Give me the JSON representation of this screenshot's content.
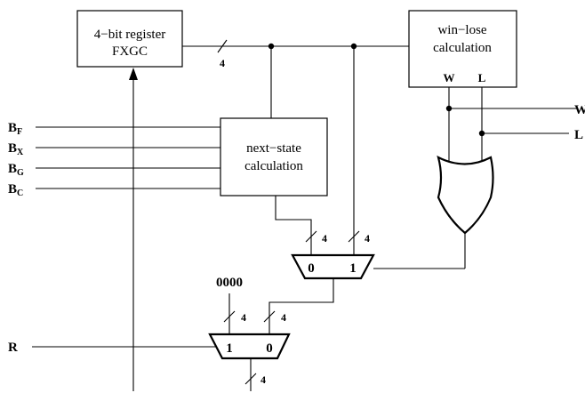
{
  "blocks": {
    "register_line1": "4−bit register",
    "register_line2": "FXGC",
    "winlose_line1": "win−lose",
    "winlose_line2": "calculation",
    "nextstate_line1": "next−state",
    "nextstate_line2": "calculation"
  },
  "ports": {
    "w": "W",
    "l": "L"
  },
  "inputs": {
    "bf": {
      "main": "B",
      "sub": "F"
    },
    "bx": {
      "main": "B",
      "sub": "X"
    },
    "bg": {
      "main": "B",
      "sub": "G"
    },
    "bc": {
      "main": "B",
      "sub": "C"
    },
    "r": "R"
  },
  "outputs": {
    "w": "W",
    "l": "L"
  },
  "mux_upper": {
    "in0": "0",
    "in1": "1"
  },
  "mux_lower": {
    "in1": "1",
    "in0": "0"
  },
  "constant": "0000",
  "bus_width": "4"
}
